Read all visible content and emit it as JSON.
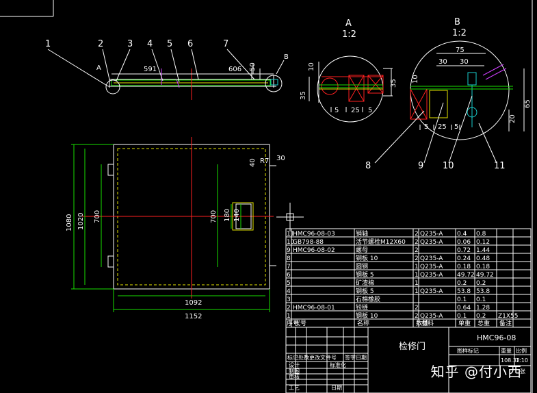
{
  "view_labels": {
    "detail_a_letter": "A",
    "detail_a_scale": "1:2",
    "detail_b_letter": "B",
    "detail_b_scale": "1:2",
    "section_mark_a": "A",
    "section_mark_b": "B"
  },
  "callouts": [
    "1",
    "2",
    "3",
    "4",
    "5",
    "6",
    "7",
    "8",
    "9",
    "10",
    "11"
  ],
  "dimensions": {
    "d591": "591",
    "d606": "606",
    "d50": "50",
    "d1080": "1080",
    "d1020": "1020",
    "d700_left": "700",
    "d700_right": "700",
    "d180": "180",
    "d140": "140",
    "d1092": "1092",
    "d1152": "1152",
    "dR7": "R7",
    "d30_top": "30",
    "d40": "40",
    "dA_10": "10",
    "dA_35a": "35",
    "dA_35b": "35",
    "dA_5a": "5",
    "dA_25": "25",
    "dA_5b": "5",
    "dB_75": "75",
    "dB_30a": "30",
    "dB_30b": "30",
    "dB_10": "10",
    "dB_65": "65",
    "dB_20": "20",
    "dB_5a": "5",
    "dB_25": "25",
    "dB_5b": "5"
  },
  "bom": {
    "rows": [
      {
        "no": "11",
        "code": "HMC96-08-03",
        "name": "销轴",
        "qty": "2",
        "mat": "Q235-A",
        "unit": "0.4",
        "total": "0.8",
        "note": ""
      },
      {
        "no": "10",
        "code": "GB798-88",
        "name": "活节螺栓M12X60",
        "qty": "2",
        "mat": "Q235-A",
        "unit": "0.06",
        "total": "0.12",
        "note": ""
      },
      {
        "no": "9",
        "code": "HMC96-08-02",
        "name": "螺母",
        "qty": "2",
        "mat": "",
        "unit": "0.72",
        "total": "1.44",
        "note": ""
      },
      {
        "no": "8",
        "code": "",
        "name": "钢板 10",
        "qty": "2",
        "mat": "Q235-A",
        "unit": "0.24",
        "total": "0.48",
        "note": ""
      },
      {
        "no": "7",
        "code": "",
        "name": "圆钢",
        "qty": "1",
        "mat": "Q235-A",
        "unit": "0.18",
        "total": "0.18",
        "note": ""
      },
      {
        "no": "6",
        "code": "",
        "name": "钢板 5",
        "qty": "1",
        "mat": "Q235-A",
        "unit": "49.72",
        "total": "49.72",
        "note": ""
      },
      {
        "no": "5",
        "code": "",
        "name": "矿渣棉",
        "qty": "1",
        "mat": "",
        "unit": "0.2",
        "total": "0.2",
        "note": ""
      },
      {
        "no": "4",
        "code": "",
        "name": "钢板 5",
        "qty": "1",
        "mat": "Q235-A",
        "unit": "53.8",
        "total": "53.8",
        "note": ""
      },
      {
        "no": "3",
        "code": "",
        "name": "石棉橡胶",
        "qty": "",
        "mat": "",
        "unit": "0.1",
        "total": "0.1",
        "note": ""
      },
      {
        "no": "2",
        "code": "HMC96-08-01",
        "name": "铰链",
        "qty": "2",
        "mat": "",
        "unit": "0.64",
        "total": "1.28",
        "note": ""
      },
      {
        "no": "1",
        "code": "",
        "name": "钢板 10",
        "qty": "2",
        "mat": "Q235-A",
        "unit": "0.1",
        "total": "0.2",
        "note": "Z1X55"
      }
    ],
    "header": {
      "no": "序号",
      "code": "代号",
      "name": "名称",
      "qty": "数量",
      "mat": "材料",
      "unit": "单重",
      "total": "总重",
      "note": "备注"
    }
  },
  "title_block": {
    "title": "检修门",
    "drawing_no": "HMC96-08",
    "stage_label": "图样标记",
    "weight_label": "重量",
    "scale_label": "比例",
    "weight_value": "108.32",
    "scale_value": "1:10",
    "sheet_label": "张",
    "left_rows": [
      "标记处数更改文件号",
      "签字",
      "日期",
      "设计",
      "标准化",
      "制图",
      "审核",
      "工艺",
      "日期"
    ]
  },
  "watermark": "知乎 @付小西"
}
